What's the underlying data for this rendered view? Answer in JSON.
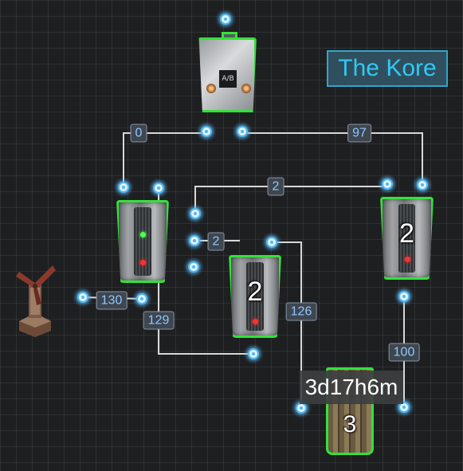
{
  "title": "The Kore",
  "wire_labels": [
    "0",
    "97",
    "2",
    "2",
    "130",
    "129",
    "126",
    "100"
  ],
  "batteries": [
    {
      "number": ""
    },
    {
      "number": "2"
    },
    {
      "number": "2"
    }
  ],
  "timer": "3d17h6m",
  "storage_count": "3",
  "gate_screen": "A/B",
  "colors": {
    "accent": "#31c8f4",
    "selection": "#33e23a",
    "node": "#56b6f0"
  }
}
